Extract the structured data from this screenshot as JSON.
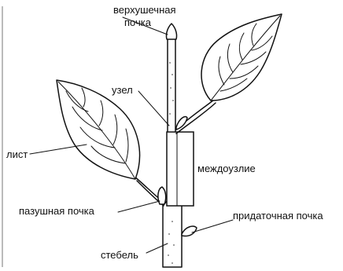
{
  "labels": {
    "terminal_bud_line1": "верхушечная",
    "terminal_bud_line2": "почка",
    "node": "узел",
    "leaf": "лист",
    "internode": "междоузлие",
    "axillary_bud": "пазушная почка",
    "adventitious_bud": "придаточная почка",
    "stem": "стебель"
  }
}
